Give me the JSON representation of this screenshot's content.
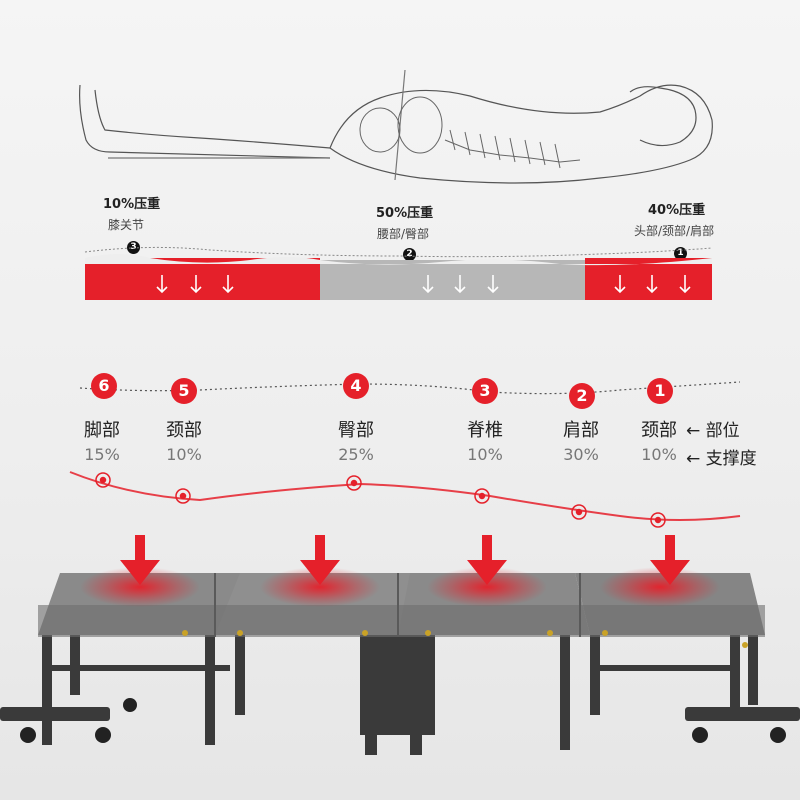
{
  "pressure": {
    "items": [
      {
        "num": "3",
        "percent": "10%压重",
        "part": "膝关节"
      },
      {
        "num": "2",
        "percent": "50%压重",
        "part": "腰部/臀部"
      },
      {
        "num": "1",
        "percent": "40%压重",
        "part": "头部/颈部/肩部"
      }
    ]
  },
  "support": {
    "points": [
      {
        "num": "6",
        "part": "脚部",
        "value": "15%"
      },
      {
        "num": "5",
        "part": "颈部",
        "value": "10%"
      },
      {
        "num": "4",
        "part": "臀部",
        "value": "25%"
      },
      {
        "num": "3",
        "part": "脊椎",
        "value": "10%"
      },
      {
        "num": "2",
        "part": "肩部",
        "value": "30%"
      },
      {
        "num": "1",
        "part": "颈部",
        "value": "10%"
      }
    ],
    "legend_part": "部位",
    "legend_support": "支撑度",
    "legend_arrow": "←"
  },
  "colors": {
    "accent": "#e5202a",
    "mattress_gray": "#b7b7b7",
    "frame": "#3a3a3a"
  }
}
